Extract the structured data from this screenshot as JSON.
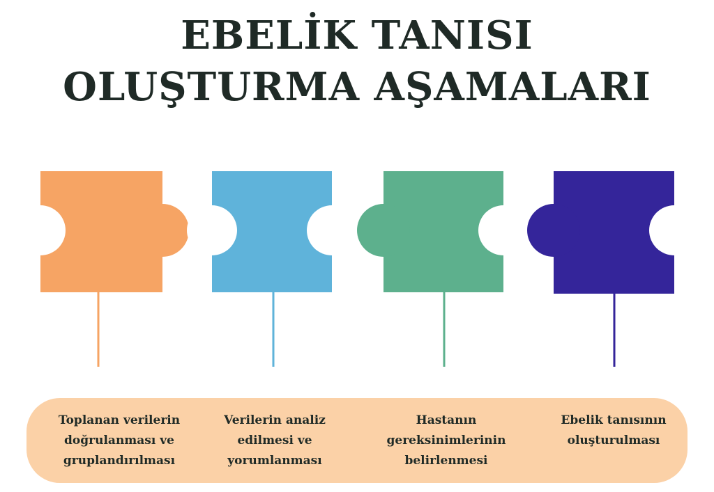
{
  "title": {
    "line1": "EBELİK TANISI",
    "line2": "OLUŞTURMA AŞAMALARI"
  },
  "steps": [
    {
      "label": "Toplanan verilerin doğrulanması ve gruplandırılması",
      "color": "#f6a464"
    },
    {
      "label": "Verilerin analiz edilmesi ve yorumlanması",
      "color": "#5fb3da"
    },
    {
      "label": "Hastanın gereksinimlerinin belirlenmesi",
      "color": "#5db08d"
    },
    {
      "label": "Ebelik tanısının oluşturulması",
      "color": "#34259a"
    }
  ],
  "banner_color": "#fbd1a7"
}
